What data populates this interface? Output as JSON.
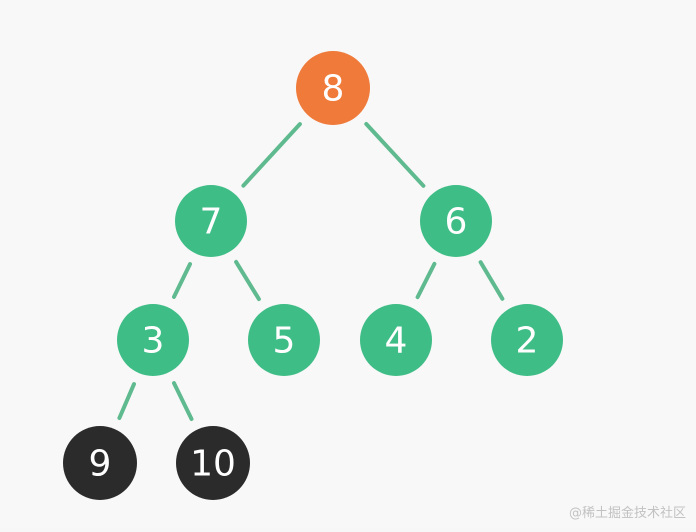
{
  "diagram": {
    "type": "binary-tree",
    "colors": {
      "highlight": "#f07a3a",
      "normal": "#3fbd86",
      "dark": "#2b2b2b",
      "edge": "#5fba8f",
      "label": "#ffffff"
    },
    "nodes": [
      {
        "id": "n8",
        "label": "8",
        "style": "highlight"
      },
      {
        "id": "n7",
        "label": "7",
        "style": "normal"
      },
      {
        "id": "n6",
        "label": "6",
        "style": "normal"
      },
      {
        "id": "n3",
        "label": "3",
        "style": "normal"
      },
      {
        "id": "n5",
        "label": "5",
        "style": "normal"
      },
      {
        "id": "n4",
        "label": "4",
        "style": "normal"
      },
      {
        "id": "n2",
        "label": "2",
        "style": "normal"
      },
      {
        "id": "n9",
        "label": "9",
        "style": "dark"
      },
      {
        "id": "n10",
        "label": "10",
        "style": "dark"
      }
    ],
    "edges": [
      {
        "from": "n8",
        "to": "n7"
      },
      {
        "from": "n8",
        "to": "n6"
      },
      {
        "from": "n7",
        "to": "n3"
      },
      {
        "from": "n7",
        "to": "n5"
      },
      {
        "from": "n6",
        "to": "n4"
      },
      {
        "from": "n6",
        "to": "n2"
      },
      {
        "from": "n3",
        "to": "n9"
      },
      {
        "from": "n3",
        "to": "n10"
      }
    ]
  },
  "watermark": {
    "text": "@稀土掘金技术社区"
  }
}
